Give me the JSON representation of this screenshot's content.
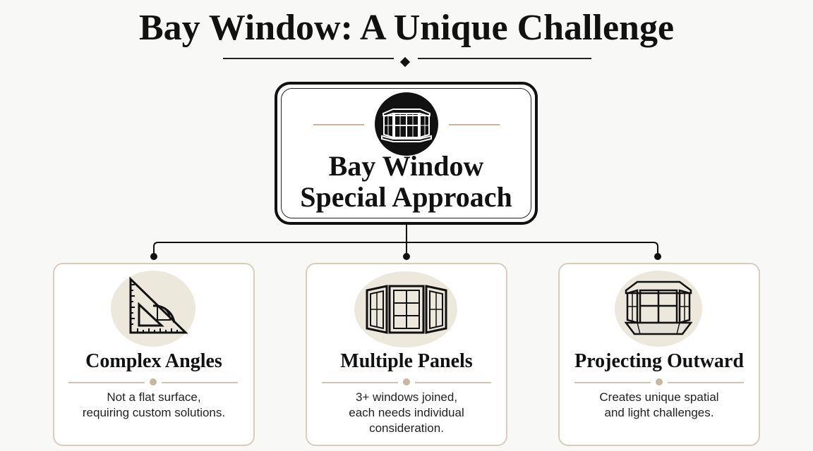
{
  "title": "Bay Window: A Unique Challenge",
  "center": {
    "line1": "Bay Window",
    "line2": "Special Approach",
    "icon": "bay-window-icon"
  },
  "cards": [
    {
      "title": "Complex Angles",
      "desc": [
        "Not a flat surface,",
        "requiring custom solutions."
      ],
      "icon": "set-square-protractor-icon"
    },
    {
      "title": "Multiple Panels",
      "desc": [
        "3+ windows joined,",
        "each needs individual",
        "consideration."
      ],
      "icon": "multi-panel-window-icon"
    },
    {
      "title": "Projecting Outward",
      "desc": [
        "Creates unique spatial",
        "and light challenges."
      ],
      "icon": "projecting-bay-window-icon"
    }
  ],
  "colors": {
    "ink": "#111111",
    "accent": "#c9b49a",
    "icon_bg": "#ede8dc",
    "card_border": "#d8cdbd"
  }
}
